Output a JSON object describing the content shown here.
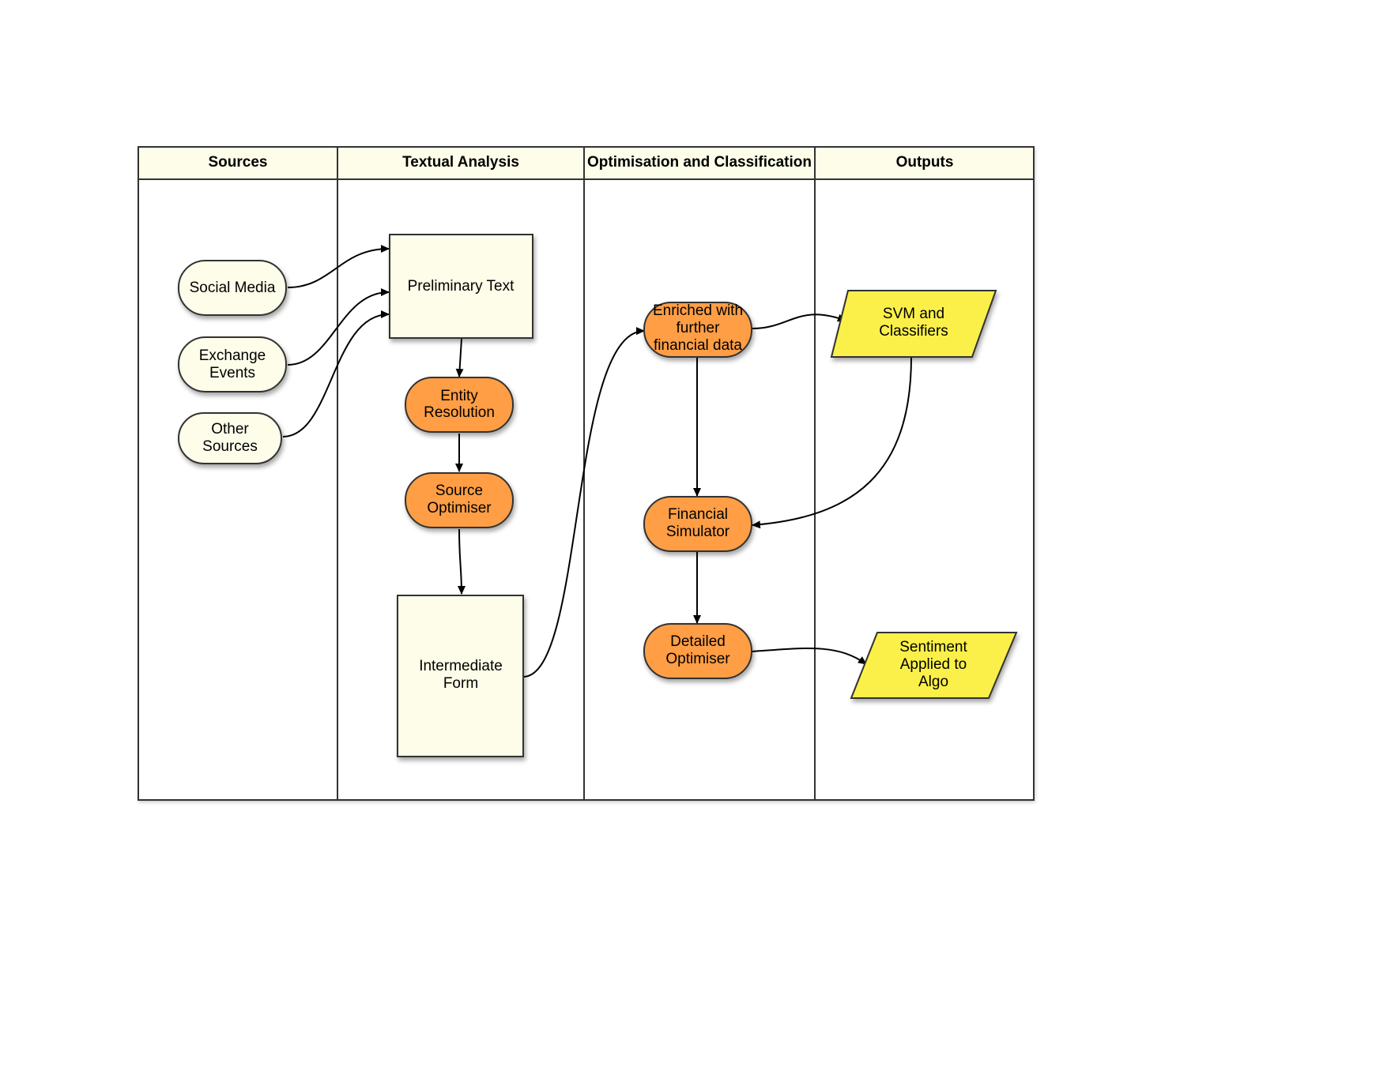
{
  "lanes": {
    "sources": "Sources",
    "textual": "Textual Analysis",
    "optimisation": "Optimisation and Classification",
    "outputs": "Outputs"
  },
  "nodes": {
    "social_media": [
      "Social Media"
    ],
    "exchange_events": [
      "Exchange",
      "Events"
    ],
    "other_sources": [
      "Other",
      "Sources"
    ],
    "preliminary_text": [
      "Preliminary Text"
    ],
    "entity_resolution": [
      "Entity",
      "Resolution"
    ],
    "source_optimiser": [
      "Source",
      "Optimiser"
    ],
    "intermediate_form": [
      "Intermediate",
      "Form"
    ],
    "enriched": [
      "Enriched with",
      "further",
      "financial data"
    ],
    "financial_simulator": [
      "Financial",
      "Simulator"
    ],
    "detailed_optimiser": [
      "Detailed",
      "Optimiser"
    ],
    "svm": [
      "SVM and",
      "Classifiers"
    ],
    "sentiment": [
      "Sentiment",
      "Applied to",
      "Algo"
    ]
  },
  "colors": {
    "lane_header": "#fdfde9",
    "cream_node": "#fdfde9",
    "orange_node": "#ff9e45",
    "yellow_node": "#fbf049",
    "stroke": "#333333"
  }
}
